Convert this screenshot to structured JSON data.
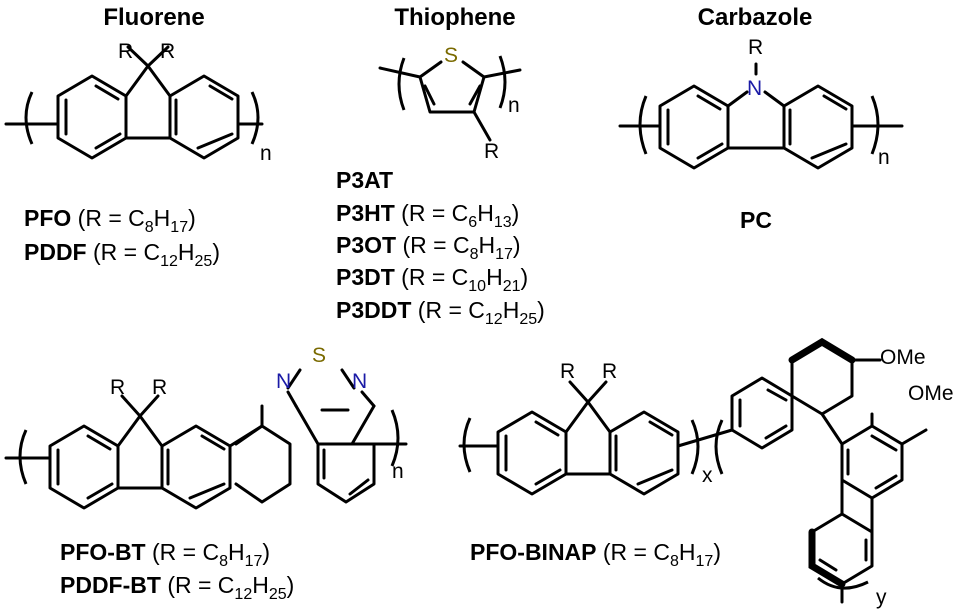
{
  "colors": {
    "sulfur": "#7a6a00",
    "nitrogen": "#1a1aa6",
    "bond": "#000000"
  },
  "headings": {
    "fluorene": "Fluorene",
    "thiophene": "Thiophene",
    "carbazole": "Carbazole"
  },
  "atoms": {
    "r": "R",
    "s": "S",
    "n": "N",
    "ome": "OMe"
  },
  "subscripts": {
    "n": "n",
    "x": "x",
    "y": "y"
  },
  "fluorene_caption": [
    {
      "name": "PFO",
      "pre": " (R = C",
      "s1": "8",
      "mid": "H",
      "s2": "17",
      "post": ")"
    },
    {
      "name": "PDDF",
      "pre": " (R = C",
      "s1": "12",
      "mid": "H",
      "s2": "25",
      "post": ")"
    }
  ],
  "thiophene_caption": [
    {
      "name": "P3AT",
      "pre": "",
      "s1": "",
      "mid": "",
      "s2": "",
      "post": ""
    },
    {
      "name": "P3HT",
      "pre": " (R = C",
      "s1": "6",
      "mid": "H",
      "s2": "13",
      "post": ")"
    },
    {
      "name": "P3OT",
      "pre": " (R = C",
      "s1": "8",
      "mid": "H",
      "s2": "17",
      "post": ")"
    },
    {
      "name": "P3DT",
      "pre": " (R = C",
      "s1": "10",
      "mid": "H",
      "s2": "21",
      "post": ")"
    },
    {
      "name": "P3DDT",
      "pre": " (R = C",
      "s1": "12",
      "mid": "H",
      "s2": "25",
      "post": ")"
    }
  ],
  "carbazole_caption": [
    {
      "name": "PC",
      "pre": "",
      "s1": "",
      "mid": "",
      "s2": "",
      "post": ""
    }
  ],
  "pfobt_caption": [
    {
      "name": "PFO-BT",
      "pre": " (R = C",
      "s1": "8",
      "mid": "H",
      "s2": "17",
      "post": ")"
    },
    {
      "name": "PDDF-BT",
      "pre": " (R = C",
      "s1": "12",
      "mid": "H",
      "s2": "25",
      "post": ")"
    }
  ],
  "binap_caption": [
    {
      "name": "PFO-BINAP",
      "pre": " (R = C",
      "s1": "8",
      "mid": "H",
      "s2": "17",
      "post": ")"
    }
  ]
}
